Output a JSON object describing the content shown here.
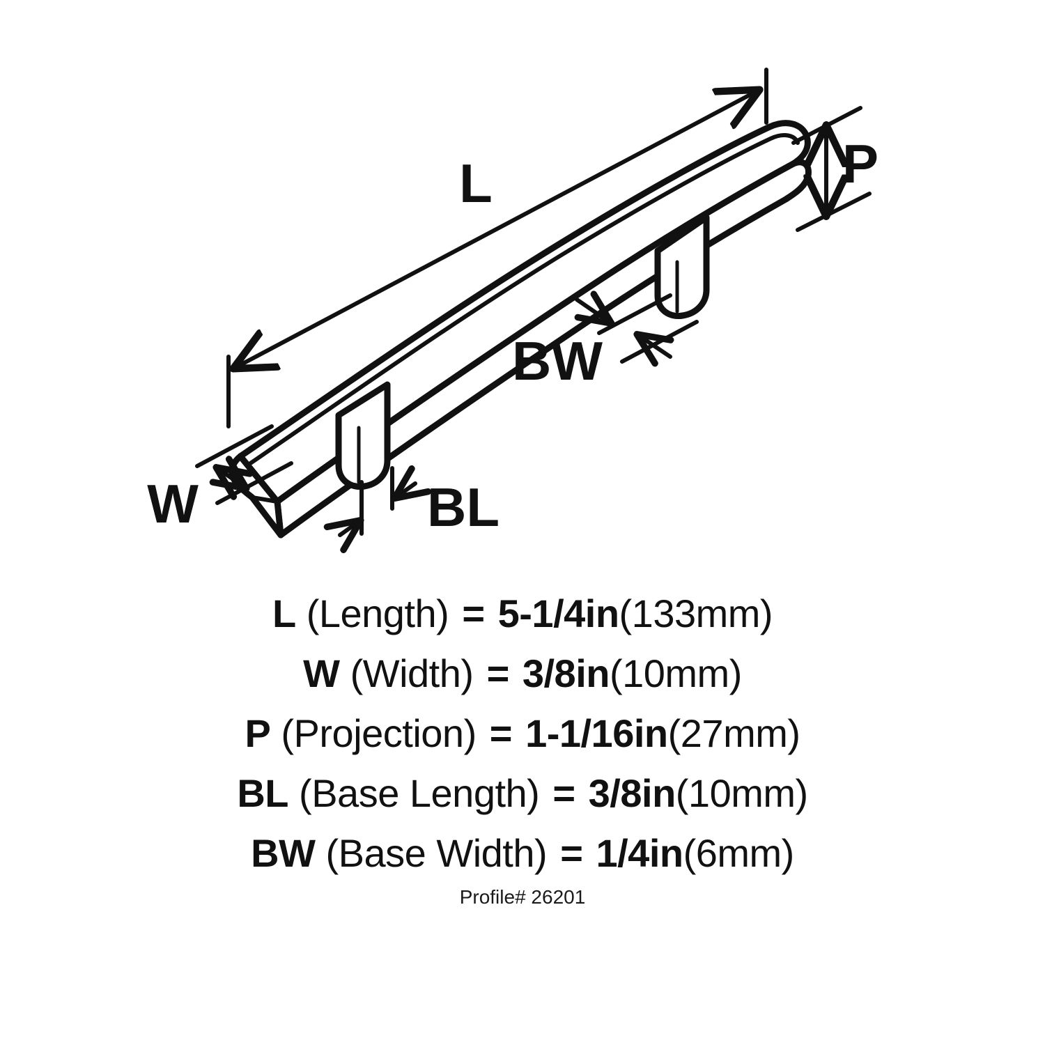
{
  "background_color": "#ffffff",
  "line_color": "#111111",
  "diagram": {
    "title": "Cabinet bar pull dimension diagram",
    "labels": {
      "length": "L",
      "width": "W",
      "projection": "P",
      "base_length": "BL",
      "base_width": "BW"
    }
  },
  "specs": [
    {
      "symbol": "L",
      "name": "(Length)",
      "equals": "=",
      "value_in": "5-1/4in",
      "value_mm": "(133mm)"
    },
    {
      "symbol": "W",
      "name": "(Width)",
      "equals": "=",
      "value_in": "3/8in",
      "value_mm": "(10mm)"
    },
    {
      "symbol": "P",
      "name": "(Projection)",
      "equals": "=",
      "value_in": "1-1/16in",
      "value_mm": "(27mm)"
    },
    {
      "symbol": "BL",
      "name": "(Base Length)",
      "equals": "=",
      "value_in": "3/8in",
      "value_mm": "(10mm)"
    },
    {
      "symbol": "BW",
      "name": "(Base Width)",
      "equals": "=",
      "value_in": "1/4in",
      "value_mm": "(6mm)"
    }
  ],
  "profile": {
    "label": "Profile# 26201"
  }
}
